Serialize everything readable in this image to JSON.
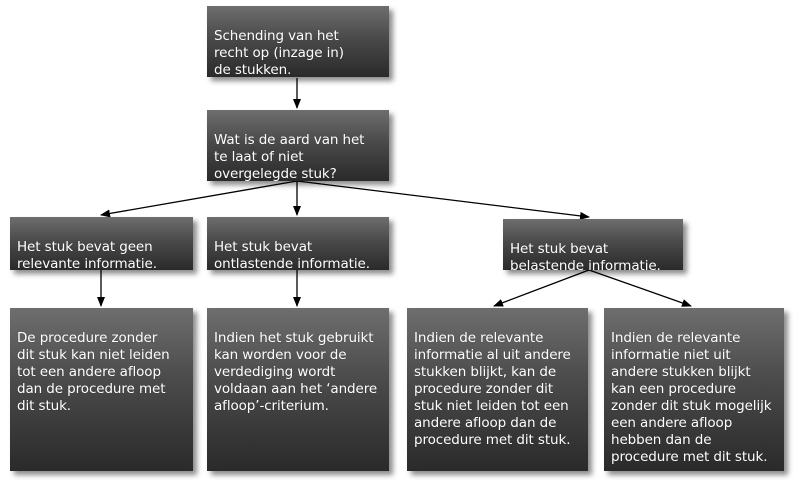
{
  "nodes": {
    "root": "Schending van het\nrecht op (inzage in)\nde stukken.",
    "question": "Wat is de aard van het\nte laat of niet\novergelegde stuk?",
    "branch_irrelevant": "Het stuk bevat geen\nrelevante informatie.",
    "branch_exculpatory": "Het stuk bevat\nontlastende informatie.",
    "branch_incriminating": "Het stuk bevat\nbelastende informatie.",
    "outcome_irrelevant": "De procedure zonder\ndit stuk kan niet leiden\ntot een andere afloop\ndan de procedure met\ndit stuk.",
    "outcome_exculpatory": "Indien het stuk gebruikt\nkan worden voor de\nverdediging wordt\nvoldaan aan het ‘andere\nafloop’-criterium.",
    "outcome_incriminating_known": "Indien de relevante\ninformatie al uit andere\nstukken blijkt, kan de\nprocedure zonder dit\nstuk niet leiden tot een\nandere afloop dan de\nprocedure met dit stuk.",
    "outcome_incriminating_unknown": "Indien de relevante\ninformatie niet uit\nandere stukken blijkt\nkan een procedure\nzonder dit stuk mogelijk\neen andere afloop\nhebben dan de\nprocedure met dit stuk."
  }
}
